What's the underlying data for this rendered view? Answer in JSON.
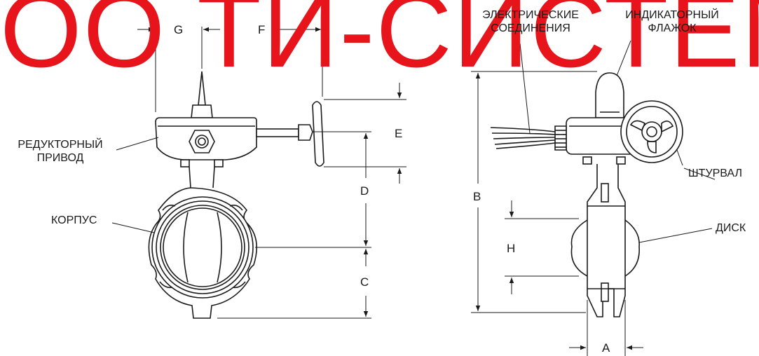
{
  "watermark": "ОО ТИ-СИСТЕМ",
  "labels": {
    "gear_operator_line1": "РЕДУКТОРНЫЙ",
    "gear_operator_line2": "ПРИВОД",
    "body": "КОРПУС",
    "electrical_line1": "ЭЛЕКТРИЧЕСКИЕ",
    "electrical_line2": "СОЕДИНЕНИЯ",
    "indicator_line1": "ИНДИКАТОРНЫЙ",
    "indicator_line2": "ФЛАЖОК",
    "handwheel": "ШТУРВАЛ",
    "disc": "ДИСК"
  },
  "dimensions": {
    "a": "A",
    "b": "B",
    "c": "C",
    "d": "D",
    "e": "E",
    "f": "F",
    "g": "G",
    "h": "H"
  },
  "colors": {
    "watermark": "#e8141b",
    "line": "#1a1a1a"
  }
}
